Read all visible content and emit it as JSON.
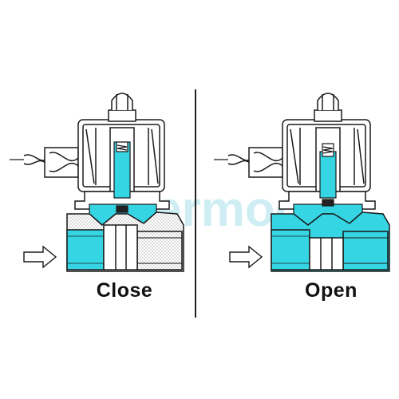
{
  "panels": [
    {
      "id": "close",
      "label": "Close",
      "state": "closed"
    },
    {
      "id": "open",
      "label": "Open",
      "state": "open"
    }
  ],
  "watermark": {
    "text": "Thermoo"
  },
  "colors": {
    "fluid": "#35d5e3",
    "line": "#1a1a1a",
    "body": "#ffffff",
    "watermark": "#bfe9ef",
    "divider": "#222222"
  },
  "icons": [
    "arrow-right-icon",
    "divider-line"
  ]
}
